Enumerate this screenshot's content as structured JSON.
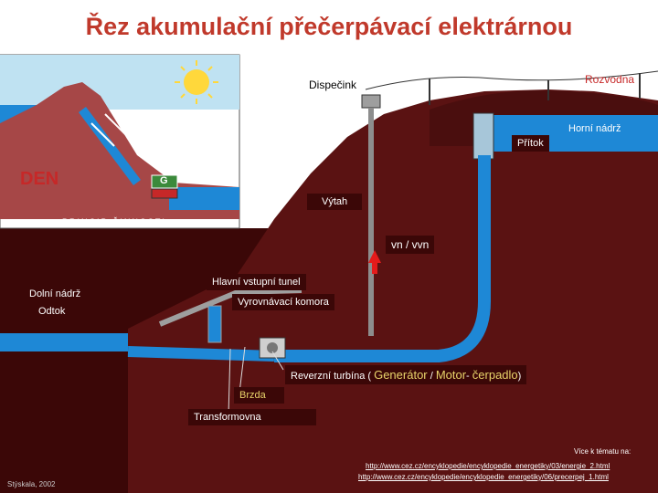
{
  "title": "Řez akumulační přečerpávací elektrárnou",
  "inset": {
    "mode_label": "DEN",
    "generator_label": "G",
    "caption": "PRINCIP ČINNOSTI"
  },
  "labels": {
    "dispecink": "Dispečink",
    "rozvodna": "Rozvodna",
    "horni_nadrz": "Horní nádrž",
    "pritok": "Přítok",
    "vytah": "Výtah",
    "vn_vvn": "vn / vvn",
    "hlavni_tunel": "Hlavní vstupní tunel",
    "dolni_nadrz": "Dolní nádrž",
    "odtok": "Odtok",
    "vyrovnavaci": "Vyrovnávací komora",
    "reverzni_prefix": "Reverzní turbína ( ",
    "reverzni_generator": "Generátor",
    "reverzni_sep1": " / ",
    "reverzni_motor": "Motor",
    "reverzni_sep2": "- ",
    "reverzni_cerpadlo": "čerpadlo",
    "reverzni_suffix": ")",
    "brzda": "Brzda",
    "transformovna": "Transformovna"
  },
  "footer": {
    "more_info": "Více k tématu na:",
    "url1": "http://www.cez.cz/encyklopedie/encyklopedie_energetiky/03/energie_2.html",
    "url2": "http://www.cez.cz/encyklopedie/encyklopedie_energetiky/06/precerpej_1.html",
    "credit": "Stýskala, 2002"
  },
  "colors": {
    "title": "#c0392b",
    "ground": "#3b0707",
    "mountain": "#5a1212",
    "sky": "#ffffff",
    "water": "#1e88d6",
    "label_box": "#3b0707"
  }
}
